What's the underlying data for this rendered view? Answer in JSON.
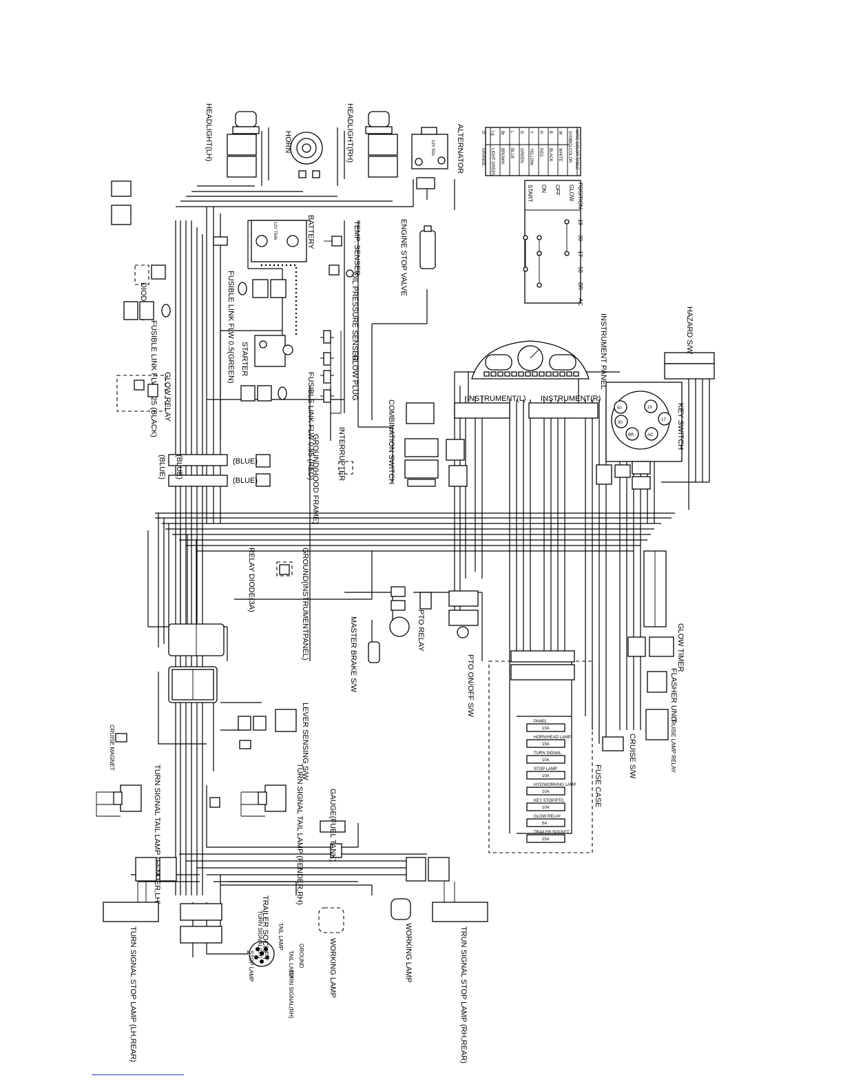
{
  "components": {
    "alternator": "ALTERNATOR",
    "alternator_spec": "12V 50A",
    "headlight_rh": "HEADLIGHT(RH)",
    "headlight_lh": "HEADLIGHT(LH)",
    "horn": "HORN",
    "battery": "BATTERY",
    "battery_spec": "12V 75Ah",
    "temp_sensor": "TEMP. SENSER",
    "oil_pressure_sensor": "OIL PRESSURE SENSER",
    "engine_stop_valve": "ENGINE STOP VALVE",
    "diode_3a": "DIODE(3A)",
    "fusible_link_green": "FUSIBLE LINK FLW 0.5(GREEN)",
    "fusible_link_black": "FUSIBLE LINK FLW 1.25 (BLACK)",
    "fusible_link_red": "FUSIBLE LINK FLW 0.85 (RED)",
    "starter": "STARTER",
    "glow_plug": "GLOW PLUG",
    "glow_relay": "GLOW RELAY",
    "blue_1": "(BLUE)",
    "blue_2": "(BLUE)",
    "blue_3": "(BLUE)",
    "blue_4": "(BLUE)",
    "ground_hood_frame": "GROUND(HOOD FRAME)",
    "interrupter": "INTERRUPTER",
    "combination_switch": "COMBINATION SWITCH",
    "instrument_panel": "INSTRUMENT PANEL",
    "instrument_l": "INSTRUMENT(L)",
    "instrument_r": "INSTRUMENT(R)",
    "hazard_sw": "HAZARD S/W",
    "key_switch": "KEY SWITCH",
    "relay_diode": "RELAY DIODE(3A)",
    "ground_instrument_panel": "GROUND(INSTRUMENTPANEL)",
    "master_brake_sw": "MASTER BRAKE S/W",
    "pto_relay": "PTO RELAY",
    "pto_onoff_sw": "PTO ON/OFF S/W",
    "glow_timer": "GLOW TIMER",
    "flasher_unit": "FLASHER UNIT",
    "cruise_lamp_relay": "CRUISE LAMP RELAY",
    "cruise_sw": "CRUISE S/W",
    "fuse_case": "FUSE CASE",
    "lever_sensing_sw": "LEVER SENSING S/W",
    "cruise_magnet": "CRUISE MAGNET",
    "gauge_fuel_tank": "GAUGE(FUEL TANK)",
    "turn_signal_fender_rh": "TURN SIGNAL TAIL LAMP (FENDER,RH)",
    "turn_signal_fender_lh": "TURN SIGNAL TAIL LAMP (FENDER,LH)",
    "turn_signal_lh_rear": "TURN SIGNAL STOP LAMP (LH,REAR)",
    "turn_signal_rh_rear": "TRUN SIGNAL STOP LAMP (RH,REAR)",
    "trailer_socket": "TRAILER SOCKET",
    "working_lamp": "WORKING LAMP",
    "ts_turn_signal_lh": "TURN SIGNAL(LH)",
    "ts_turn_signal_rh": "TURN SIGNAL(RH)",
    "ts_stop_lamp": "STOP LAMP",
    "ts_tail_lamp_1": "TAIL LAMP",
    "ts_tail_lamp_2": "TAIL LAMP",
    "ts_ground": "GROUND"
  },
  "wire_color_table": {
    "title": "WIRE COLOR TABLE",
    "headers": [
      "SYMBOL",
      "COLOR"
    ],
    "rows": [
      [
        "W",
        "WHITE"
      ],
      [
        "B",
        "BLACK"
      ],
      [
        "R",
        "RED"
      ],
      [
        "Y",
        "YELLOW"
      ],
      [
        "G",
        "GREEN"
      ],
      [
        "L",
        "BLUE"
      ],
      [
        "Br",
        "BROWN"
      ],
      [
        "Lg",
        "LIGHT GREEN"
      ],
      [
        "O",
        "ORANGE"
      ]
    ]
  },
  "key_switch_table": {
    "header": "POSITION",
    "columns": [
      "19",
      "30",
      "17",
      "50",
      "BR",
      "AC"
    ],
    "positions": [
      "GLOW",
      "OFF",
      "ON",
      "START"
    ]
  },
  "key_switch_terminals": [
    "19",
    "17",
    "30",
    "50",
    "BR",
    "AC"
  ],
  "fuses": [
    {
      "name": "PANEL",
      "rating": "10A"
    },
    {
      "name": "HORN/HEAD LAMP",
      "rating": "15A"
    },
    {
      "name": "TURN SIGNAL",
      "rating": "10A"
    },
    {
      "name": "STOP LAMP",
      "rating": "10A"
    },
    {
      "name": "HYD/WORKING LAMP",
      "rating": "10A"
    },
    {
      "name": "KEY STOP/PTO",
      "rating": "10A"
    },
    {
      "name": "GLOW RELAY",
      "rating": "5A"
    },
    {
      "name": "TRAILER SOCKET",
      "rating": "15A"
    }
  ]
}
